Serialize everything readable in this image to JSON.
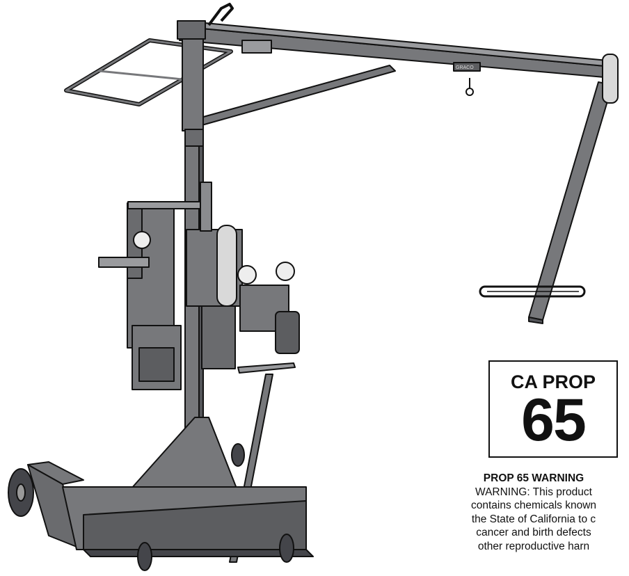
{
  "warning_label": {
    "box_line1": "CA PROP",
    "box_line2": "65",
    "heading": "PROP 65 WARNING",
    "lines": [
      "WARNING: This product",
      "contains chemicals known",
      "the State of California to c",
      "cancer and birth defects",
      "other reproductive harn"
    ]
  },
  "equipment": {
    "brand_plate": "GRACO"
  },
  "colors": {
    "metal": "#77787b",
    "metal_dark": "#4a4b4e",
    "outline": "#111111",
    "tank": "#d9d9d9"
  }
}
